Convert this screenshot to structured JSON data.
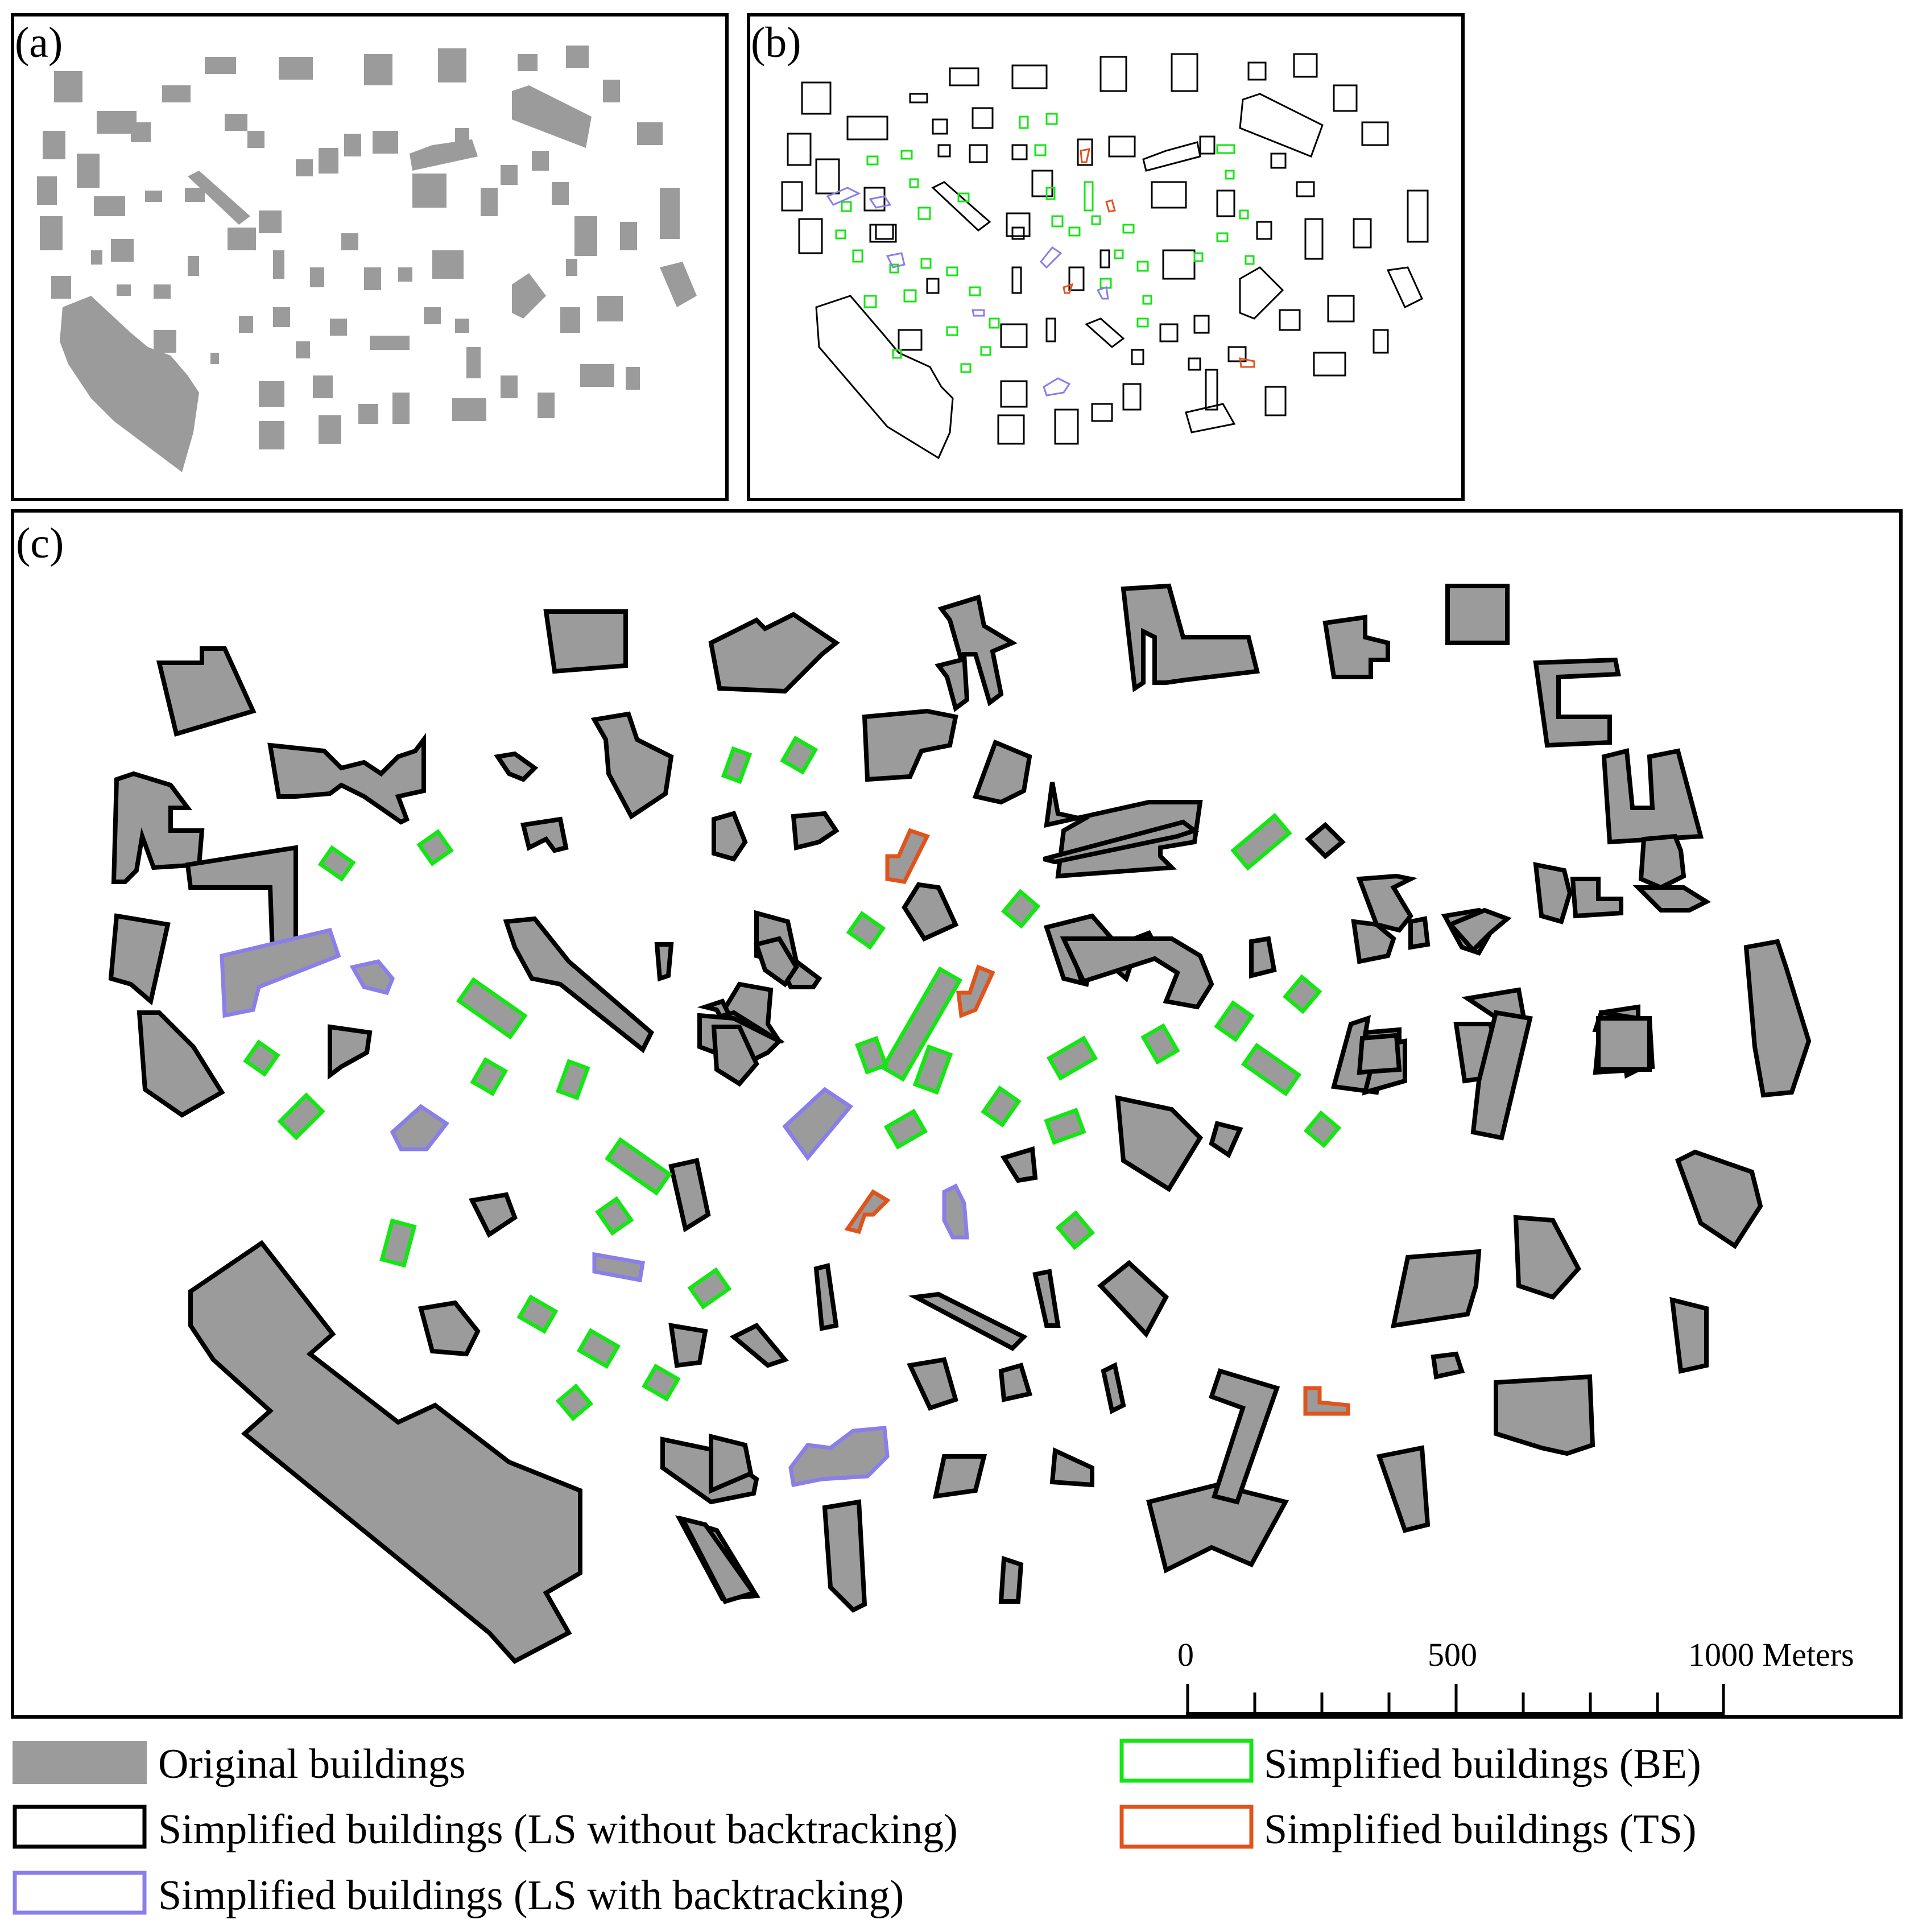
{
  "panels": {
    "a": {
      "label": "(a)"
    },
    "b": {
      "label": "(b)"
    },
    "c": {
      "label": "(c)"
    }
  },
  "scale_bar": {
    "ticks": [
      "0",
      "500",
      "1000 Meters"
    ]
  },
  "legend": {
    "original": "Original buildings",
    "ls_without": "Simplified buildings (LS without backtracking)",
    "ls_with": "Simplified buildings  (LS with backtracking)",
    "be": "Simplified buildings (BE)",
    "ts": "Simplified buildings (TS)"
  },
  "colors": {
    "original_fill": "#9b9b9b",
    "ls_without": "#000000",
    "ls_with": "#8a7ee8",
    "be": "#14e614",
    "ts": "#e0541c"
  }
}
